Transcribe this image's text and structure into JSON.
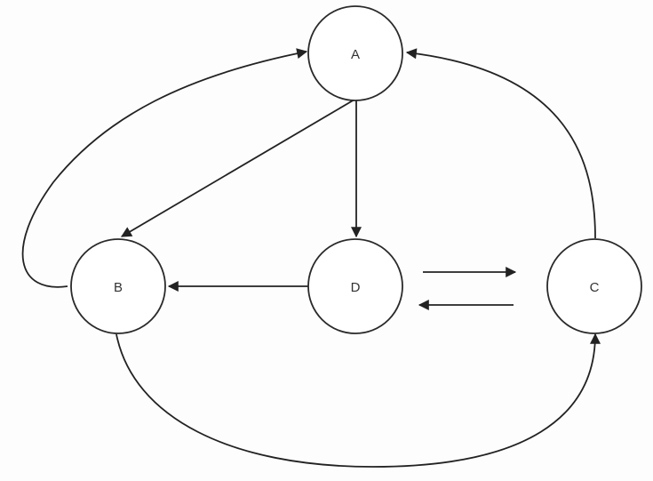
{
  "diagram": {
    "colors": {
      "stroke": "#222222",
      "node_fill": "#ffffff",
      "label": "#333333"
    },
    "nodes": [
      {
        "id": "A",
        "label": "A"
      },
      {
        "id": "B",
        "label": "B"
      },
      {
        "id": "C",
        "label": "C"
      },
      {
        "id": "D",
        "label": "D"
      }
    ],
    "edges": [
      {
        "from": "A",
        "to": "B"
      },
      {
        "from": "A",
        "to": "D"
      },
      {
        "from": "B",
        "to": "A"
      },
      {
        "from": "C",
        "to": "A"
      },
      {
        "from": "D",
        "to": "B"
      },
      {
        "from": "D",
        "to": "C"
      },
      {
        "from": "C",
        "to": "D"
      },
      {
        "from": "B",
        "to": "C"
      }
    ]
  }
}
